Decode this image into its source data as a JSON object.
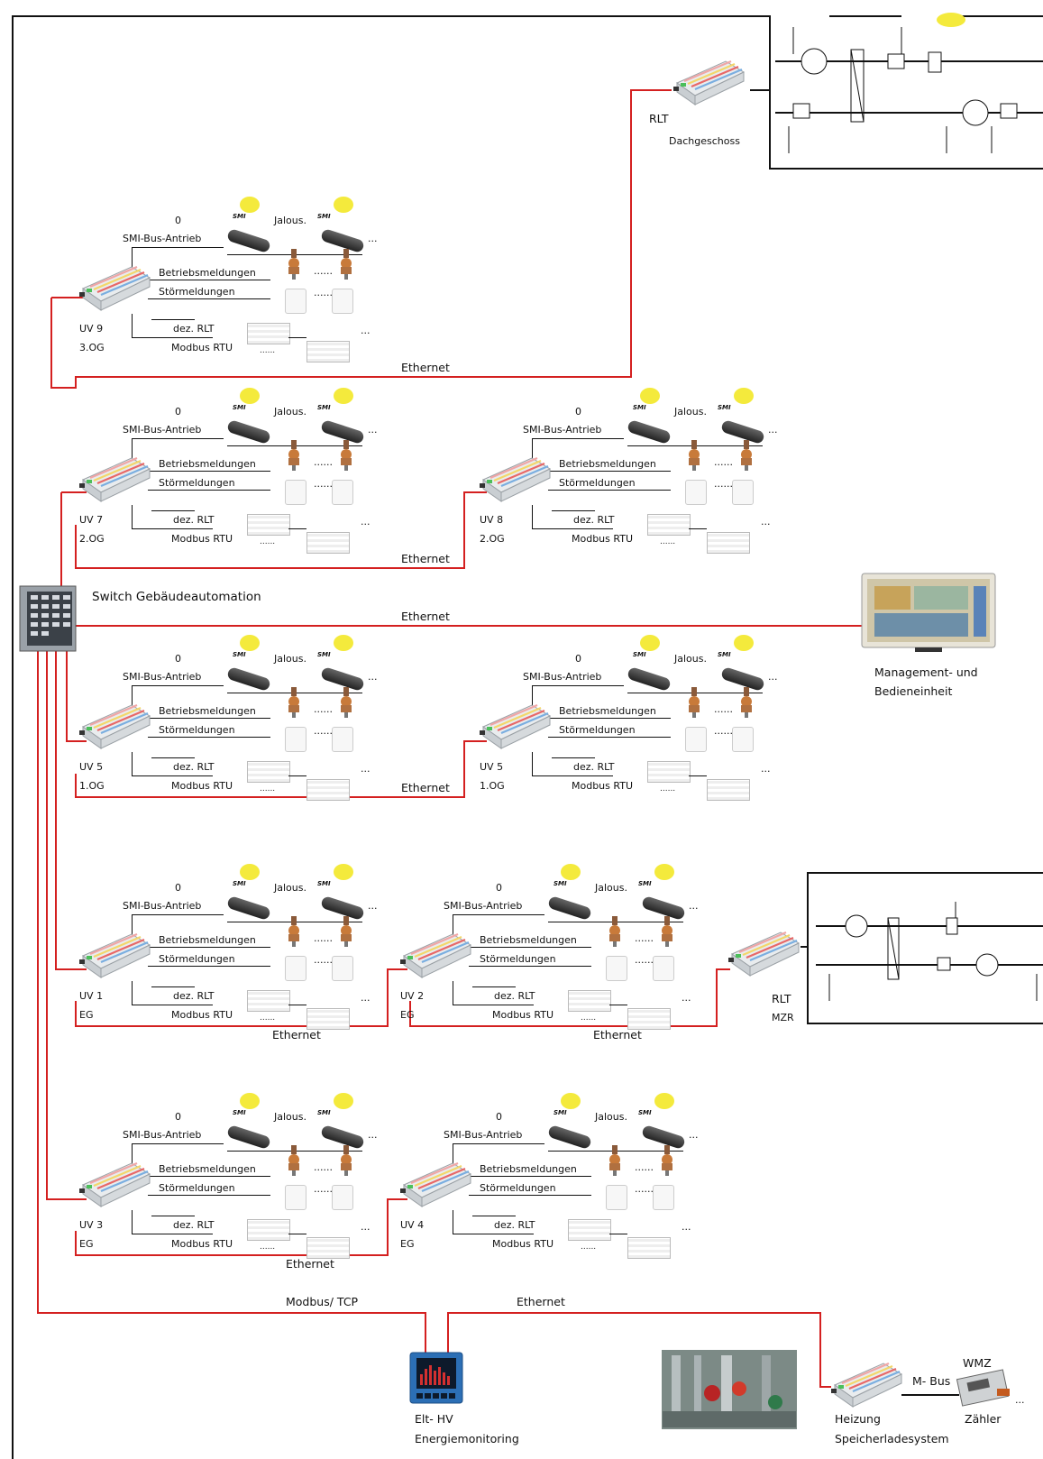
{
  "common": {
    "zero": "0",
    "smi_bus": "SMI-Bus-Antrieb",
    "jalous": "Jalous.",
    "betrieb": "Betriebsmeldungen",
    "stoer": "Störmeldungen",
    "dez_rlt": "dez. RLT",
    "modbus_rtu": "Modbus RTU",
    "dots": "......",
    "ellipsis": "...",
    "smi_logo": "SMI"
  },
  "units": [
    {
      "id": "uv9",
      "name": "UV 9",
      "floor": "3.OG"
    },
    {
      "id": "uv7",
      "name": "UV 7",
      "floor": "2.OG"
    },
    {
      "id": "uv8",
      "name": "UV 8",
      "floor": "2.OG"
    },
    {
      "id": "uv5a",
      "name": "UV 5",
      "floor": "1.OG"
    },
    {
      "id": "uv5b",
      "name": "UV 5",
      "floor": "1.OG"
    },
    {
      "id": "uv1",
      "name": "UV 1",
      "floor": "EG"
    },
    {
      "id": "uv2",
      "name": "UV 2",
      "floor": "EG"
    },
    {
      "id": "uv3",
      "name": "UV 3",
      "floor": "EG"
    },
    {
      "id": "uv4",
      "name": "UV 4",
      "floor": "EG"
    }
  ],
  "rlt_dach": {
    "title": "RLT",
    "subtitle": "Dachgeschoss"
  },
  "rlt_mzr": {
    "title": "RLT",
    "subtitle": "MZR"
  },
  "switch_label": "Switch Gebäudeautomation",
  "management": {
    "line1": "Management- und",
    "line2": "Bedieneinheit"
  },
  "ethernet": "Ethernet",
  "modbus_tcp": "Modbus/ TCP",
  "energy": {
    "line1": "Elt- HV",
    "line2": "Energiemonitoring"
  },
  "heating": {
    "line1": "Heizung",
    "line2": "Speicherladesystem"
  },
  "mbus": "M- Bus",
  "wmz": "WMZ",
  "zaehler": "Zähler",
  "colors": {
    "network": "#d42020",
    "line": "#111111"
  }
}
